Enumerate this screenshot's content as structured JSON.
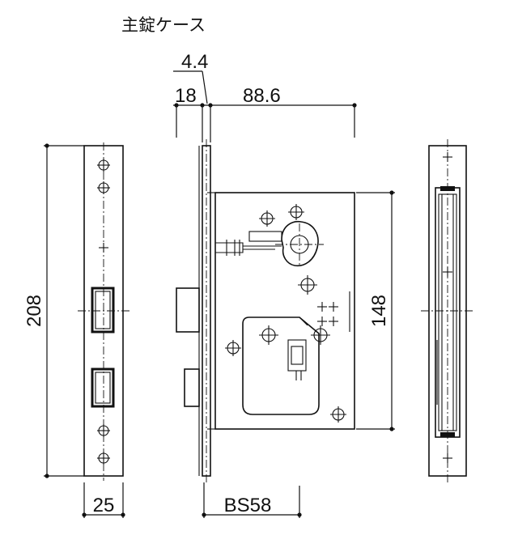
{
  "title": "主錠ケース",
  "dimensions": {
    "faceplate_thickness": "4.4",
    "backset_front": "18",
    "case_depth": "88.6",
    "faceplate_height": "208",
    "case_height": "148",
    "faceplate_width": "25",
    "backset": "BS58"
  }
}
